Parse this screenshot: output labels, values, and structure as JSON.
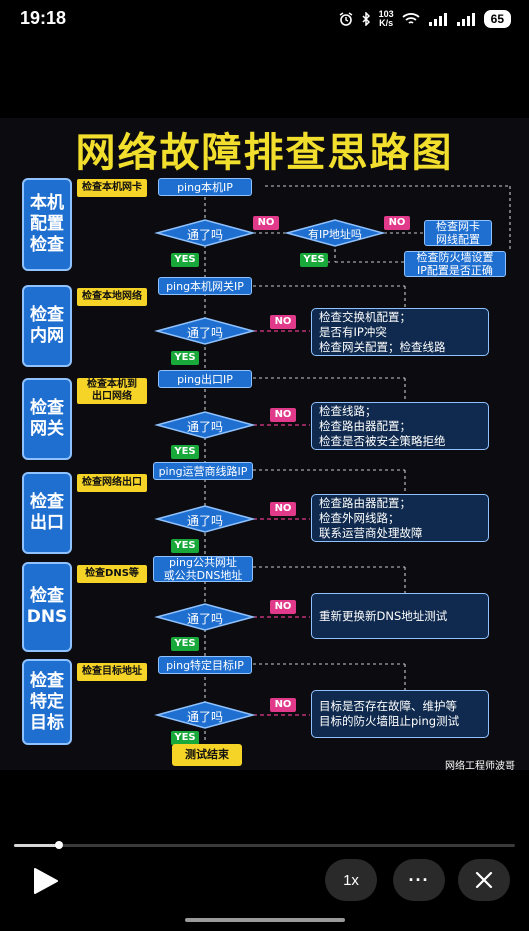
{
  "status_bar": {
    "time": "19:18",
    "speed_value": "103",
    "speed_unit": "K/s",
    "battery": "65"
  },
  "infographic": {
    "title": "网络故障排查思路图",
    "watermark": "网络工程师波哥",
    "ok_question": "通了吗",
    "yes": "YES",
    "no": "NO",
    "end": "测试结束",
    "steps": [
      {
        "side": "本机\n配置\n检查",
        "tag": "检查本机网卡",
        "ping": "ping本机IP",
        "note": ""
      },
      {
        "side": "检查\n内网",
        "tag": "检查本地网络",
        "ping": "ping本机网关IP",
        "note": "检查交换机配置；\n是否有IP冲突\n检查网关配置；检查线路"
      },
      {
        "side": "检查\n网关",
        "tag": "检查本机到\n出口网络",
        "ping": "ping出口IP",
        "note": "检查线路；\n检查路由器配置；\n检查是否被安全策略拒绝"
      },
      {
        "side": "检查\n出口",
        "tag": "检查网络出口",
        "ping": "ping运营商线路IP",
        "note": "检查路由器配置；\n检查外网线路；\n联系运营商处理故障"
      },
      {
        "side": "检查\nDNS",
        "tag": "检查DNS等",
        "ping": "ping公共网址\n或公共DNS地址",
        "note": "重新更换新DNS地址测试"
      },
      {
        "side": "检查\n特定\n目标",
        "tag": "检查目标地址",
        "ping": "ping特定目标IP",
        "note": "目标是否存在故障、维护等\n目标的防火墙阻止ping测试"
      }
    ],
    "step1_extra": {
      "has_ip": "有IP地址吗",
      "check_nic": "检查网卡\n网线配置",
      "check_fw": "检查防火墙设置\nIP配置是否正确"
    }
  },
  "player": {
    "speed_label": "1x",
    "more_label": "···",
    "progress_percent": 9
  }
}
